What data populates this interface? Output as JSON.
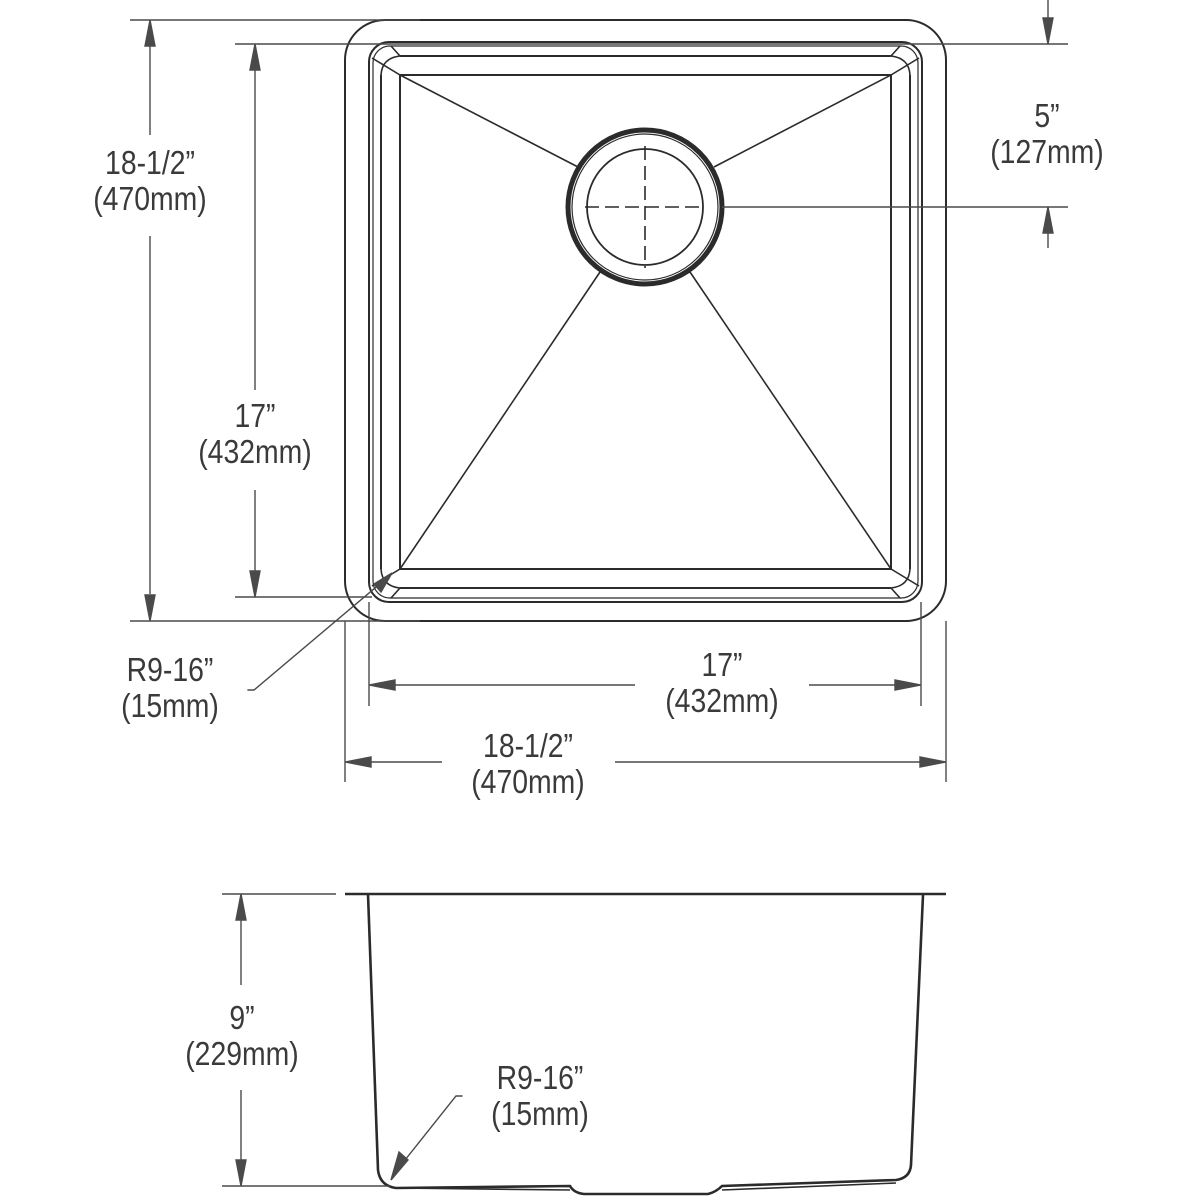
{
  "drawing": {
    "subject": "Undermount single-bowl sink dimension drawing",
    "line_color": "#2b2b2b",
    "dim_color": "#4a4a4a",
    "text_color": "#3a3a3a"
  },
  "top_view": {
    "overall_height": {
      "imperial": "18-1/2”",
      "metric": "(470mm)"
    },
    "bowl_height": {
      "imperial": "17”",
      "metric": "(432mm)"
    },
    "drain_offset": {
      "imperial": "5”",
      "metric": "(127mm)"
    },
    "corner_radius": {
      "imperial": "R9-16”",
      "metric": "(15mm)"
    },
    "bowl_width": {
      "imperial": "17”",
      "metric": "(432mm)"
    },
    "overall_width": {
      "imperial": "18-1/2”",
      "metric": "(470mm)"
    }
  },
  "side_view": {
    "depth": {
      "imperial": "9”",
      "metric": "(229mm)"
    },
    "bottom_radius": {
      "imperial": "R9-16”",
      "metric": "(15mm)"
    }
  }
}
